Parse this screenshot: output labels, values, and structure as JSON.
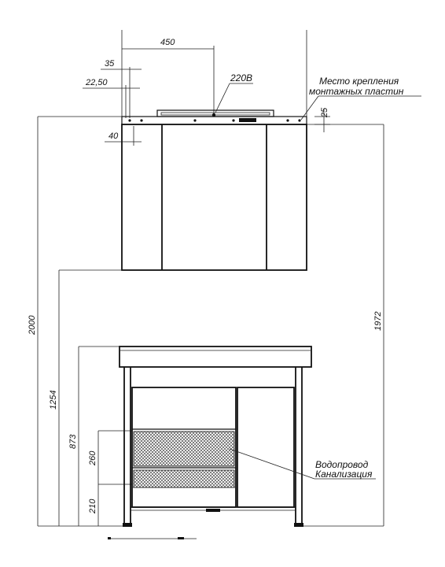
{
  "dimensions": {
    "width_450": "450",
    "d35": "35",
    "d22_50": "22,50",
    "d40": "40",
    "d25": "25",
    "h2000": "2000",
    "h1972": "1972",
    "h1254": "1254",
    "h873": "873",
    "h260": "260",
    "h210": "210"
  },
  "labels": {
    "power": "220В",
    "mount_line1": "Место крепления",
    "mount_line2": "монтажных пластин",
    "water_line1": "Водопровод",
    "water_line2": "Канализация"
  }
}
